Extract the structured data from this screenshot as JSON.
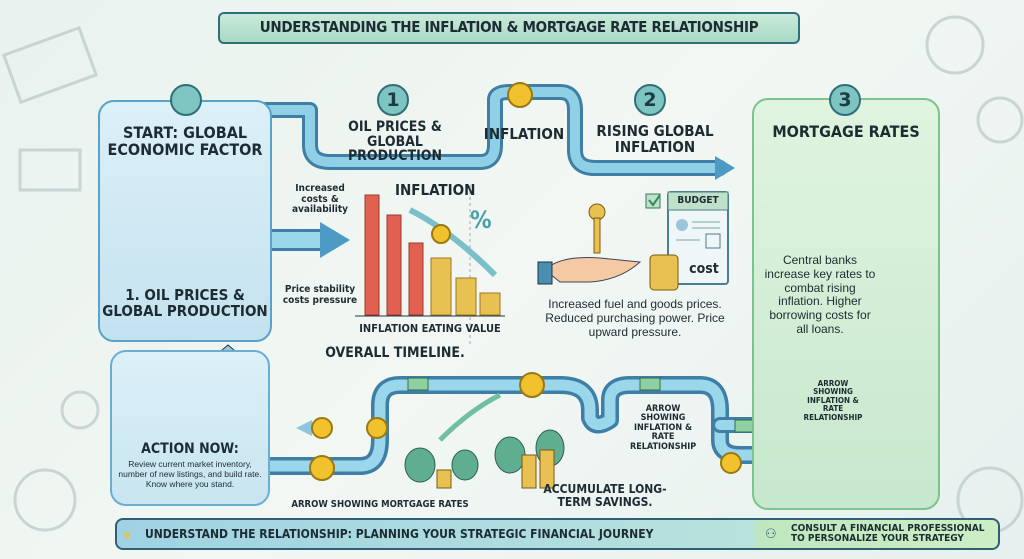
{
  "title": "UNDERSTANDING THE INFLATION & MORTGAGE RATE RELATIONSHIP",
  "start_box": {
    "heading": "START: GLOBAL ECONOMIC FACTOR",
    "footer": "1. OIL PRICES & GLOBAL PRODUCTION"
  },
  "steps": [
    {
      "number": "1",
      "label": "OIL PRICES & GLOBAL PRODUCTION"
    },
    {
      "number": "2",
      "label": "RISING GLOBAL INFLATION"
    },
    {
      "number": "3",
      "label": "MORTGAGE RATES"
    }
  ],
  "pipe_label_inflation": "INFLATION",
  "arrow_notes": {
    "top": "Increased costs & availability",
    "bottom": "Price stability costs pressure"
  },
  "inflation_chart": {
    "heading": "INFLATION",
    "caption": "INFLATION EATING VALUE",
    "percent_symbol": "%"
  },
  "budget": {
    "title": "BUDGET",
    "cost": "cost"
  },
  "step2_text": "Increased fuel and goods prices. Reduced purchasing power. Price upward pressure.",
  "step3_text": "Central banks increase key rates to combat rising inflation. Higher borrowing costs for all loans.",
  "timeline_heading": "OVERALL TIMELINE.",
  "action": {
    "heading": "ACTION NOW:",
    "text": "Review current market inventory, number of new listings, and build rate. Know where you stand."
  },
  "timeline_labels": {
    "mortgage": "ARROW SHOWING MORTGAGE RATES",
    "relationship": "ARROW SHOWING INFLATION & RATE RELATIONSHIP",
    "savings": "ACCUMULATE LONG-TERM SAVINGS.",
    "right_relationship": "ARROW SHOWING INFLATION & RATE RELATIONSHIP"
  },
  "banner": {
    "left": "UNDERSTAND THE RELATIONSHIP: PLANNING YOUR STRATEGIC FINANCIAL JOURNEY",
    "right": "CONSULT A FINANCIAL PROFESSIONAL TO PERSONALIZE YOUR STRATEGY"
  },
  "icons": {
    "coin": "$",
    "percent": "%"
  },
  "colors": {
    "pipe": "#5aa9d0",
    "teal": "#2f6f7a",
    "green_panel": "#c6e8cc",
    "blue_panel": "#c3e2ef",
    "bar_red": "#e2604f",
    "coin": "#f2c12e"
  }
}
